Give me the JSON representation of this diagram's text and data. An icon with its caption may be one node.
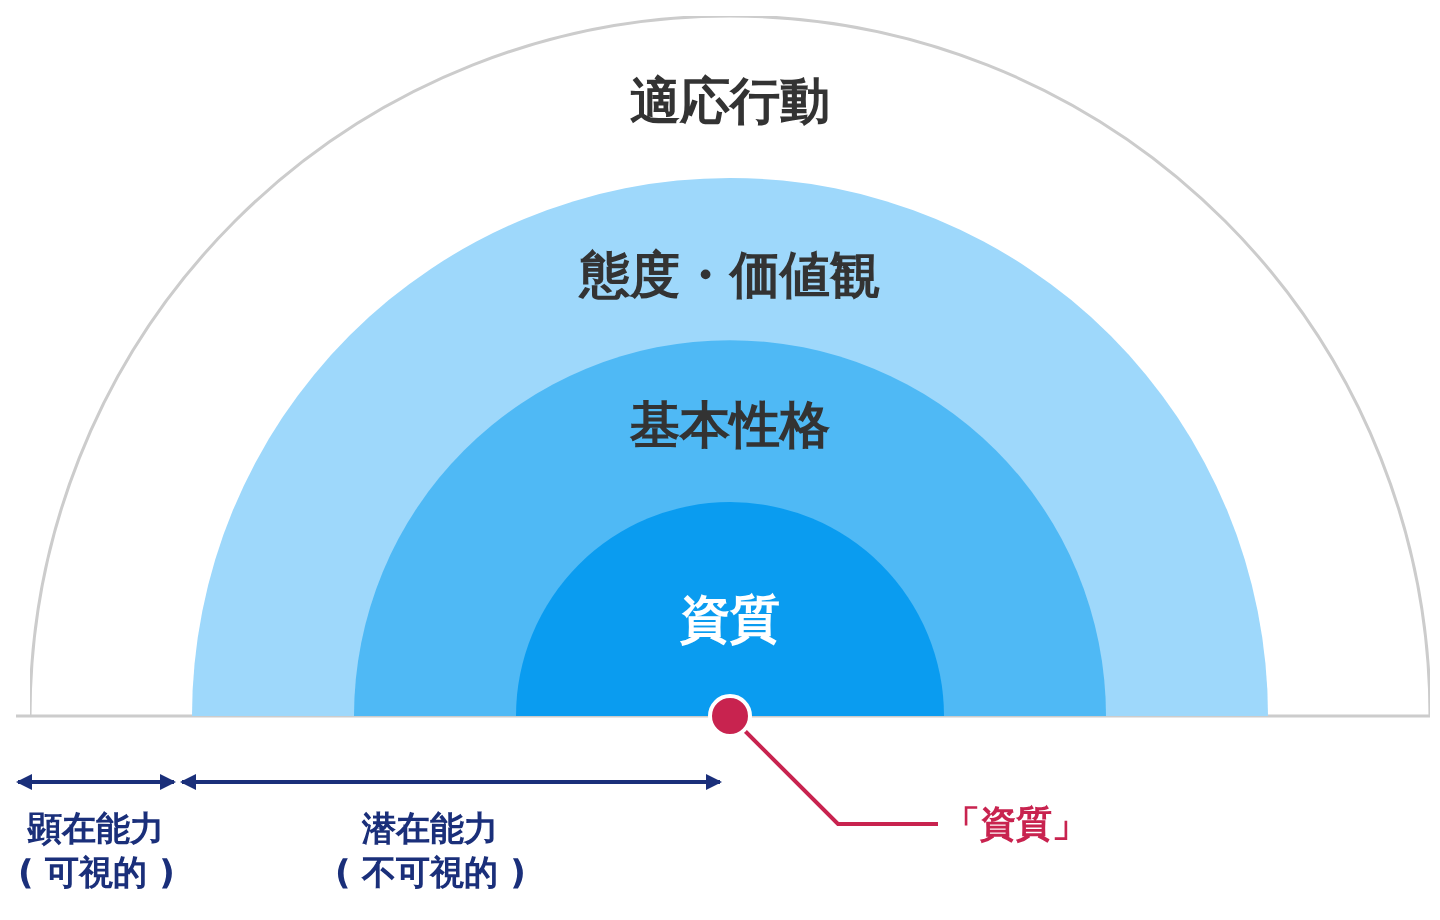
{
  "diagram": {
    "nodes": [
      {
        "text": [
          "適応行動"
        ]
      },
      {
        "text": [
          "態度・価値観"
        ],
        "in": 0
      },
      {
        "text": [
          "基本性格"
        ],
        "in": 1
      },
      {
        "text": [
          "資質"
        ],
        "in": 2
      },
      {
        "text": [],
        "shape": "circle"
      },
      {
        "text": [
          "「資質」"
        ]
      }
    ],
    "edges": [
      {
        "from": 5,
        "to": 4,
        "arrow": "none"
      }
    ],
    "labels": [
      "顕在能力",
      "( 可視的 )",
      "潜在能力",
      "( 不可視的 )"
    ]
  }
}
